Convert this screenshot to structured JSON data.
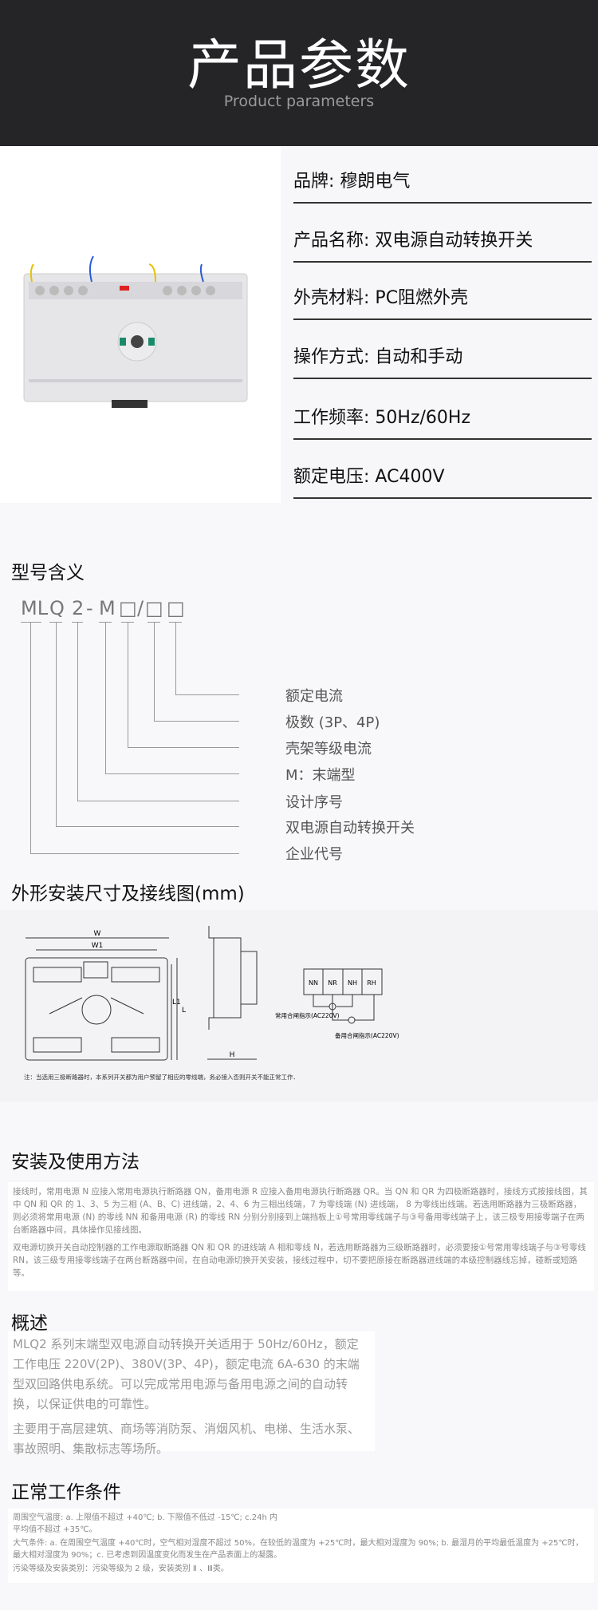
{
  "header": {
    "title": "产品参数",
    "subtitle": "Product parameters"
  },
  "specs": [
    {
      "label": "品牌:",
      "value": "穆朗电气"
    },
    {
      "label": "产品名称:",
      "value": "双电源自动转换开关"
    },
    {
      "label": "外壳材料:",
      "value": "PC阻燃外壳"
    },
    {
      "label": "操作方式:",
      "value": "自动和手动"
    },
    {
      "label": "工作频率:",
      "value": "50Hz/60Hz"
    },
    {
      "label": "额定电压:",
      "value": "AC400V"
    }
  ],
  "model": {
    "title": "型号含义",
    "code": [
      "ML",
      "Q",
      "2",
      "-",
      "M",
      "□",
      "/",
      "□",
      "□"
    ],
    "meanings": [
      "额定电流",
      "极数 (3P、4P)",
      "壳架等级电流",
      "M：末端型",
      "设计序号",
      "双电源自动转换开关",
      "企业代号"
    ]
  },
  "dimensions": {
    "title": "外形安装尺寸及接线图(mm)",
    "labels": {
      "w": "W",
      "w1": "W1",
      "l": "L",
      "l1": "L1",
      "h": "H"
    },
    "terminals": [
      "NN",
      "NR",
      "NH",
      "RH"
    ],
    "indicator_normal": "常用合闸指示(AC220V)",
    "indicator_backup": "备用合闸指示(AC220V)",
    "note": "注：当选用三极断路器时，本系列开关都为用户预留了相应的零线端，务必接入否则开关不能正常工作．"
  },
  "install": {
    "title": "安装及使用方法",
    "paragraphs": [
      "接线时，常用电源 N 应接入常用电源执行断路器 QN，备用电源 R 应接入备用电源执行断路器 QR。当 QN 和 QR 为四极断路器时，接线方式按接线图，其中 QN 和 QR 的 1、3、5 为三相 (A、B、C) 进线端，2、4、6 为三相出线端，7 为零线端 (N) 进线端， 8 为零线出线端。若选用断路器为三极断路器，则必须将常用电源 (N) 的零线 NN 和备用电源 (R) 的零线 RN 分别分别接到上端挡板上①号常用零线端子与③号备用零线端子上，该三极专用接零端子在两台断路器中间，具体操作见接线图。",
      "双电源切换开关自动控制器的工作电源取断路器 QN 和 QR 的进线端 A 相和零线 N，若选用断路器为三级断路器时，必须要接①号常用零线端子与③号零线 RN，该三级专用接零线端子在两台断路器中间，在自动电源切换开关安装，接线过程中，切不要把原接在断路器进线端的本级控制器线忘掉，碰断或短路等。"
    ]
  },
  "overview": {
    "title": "概述",
    "paragraphs": [
      "MLQ2 系列末端型双电源自动转换开关适用于 50Hz/60Hz，额定工作电压 220V(2P)、380V(3P、4P)，额定电流 6A-630 的末端型双回路供电系统。可以完成常用电源与备用电源之间的自动转换，以保证供电的可靠性。",
      "主要用于高层建筑、商场等消防泵、消烟风机、电梯、生活水泵、事故照明、集散标志等场所。"
    ]
  },
  "conditions": {
    "title": "正常工作条件",
    "paragraphs": [
      "周围空气温度: a. 上限值不超过 +40℃; b. 下限值不低过 -15℃; c.24h 内平均值不超过 +35℃。",
      "大气条件: a. 在周围空气温度 +40℃时，空气相对湿度不超过 50%，在较低的温度为 +25℃时，最大相对湿度为 90%; b. 最湿月的平均最低温度为 +25℃时，最大相对湿度为 90%；c. 已考虑到因温度变化而发生在产品表面上的凝露。",
      "污染等级及安装类别：污染等级为 2 级，安装类别 Ⅱ 、Ⅲ类。"
    ]
  }
}
